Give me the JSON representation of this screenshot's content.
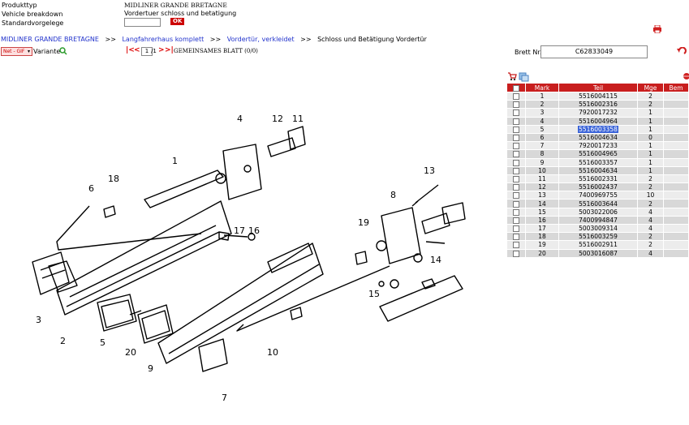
{
  "header": {
    "fields": [
      {
        "label": "Produkttyp",
        "value": "MIDLINER GRANDE BRETAGNE"
      },
      {
        "label": "Vehicle breakdown",
        "value": "Vordertuer schloss und betatigung"
      },
      {
        "label": "Standardvorgelege",
        "value": ""
      }
    ],
    "ok_label": "OK"
  },
  "breadcrumb": {
    "items": [
      "MIDLINER GRANDE BRETAGNE",
      "Langfahrerhaus komplett",
      "Vordertür, verkleidet",
      "Schloss und Betätigung Vordertür"
    ],
    "separator": ">>"
  },
  "toolbar": {
    "format_select": "Net - GIF",
    "variante_label": "Variante",
    "page_value": "1",
    "page_suffix": "/1",
    "sheet_label": "GEMEINSAMES BLATT (0/0)",
    "brett_label": "Brett Nr.",
    "brett_value": "C62833049"
  },
  "table": {
    "headers": [
      "",
      "Mark",
      "Teil",
      "Mge",
      "Bem"
    ],
    "selected_row": 5,
    "rows": [
      {
        "mark": "1",
        "teil": "5516004115",
        "mge": "2",
        "bem": ""
      },
      {
        "mark": "2",
        "teil": "5516002316",
        "mge": "2",
        "bem": ""
      },
      {
        "mark": "3",
        "teil": "7920017232",
        "mge": "1",
        "bem": ""
      },
      {
        "mark": "4",
        "teil": "5516004964",
        "mge": "1",
        "bem": ""
      },
      {
        "mark": "5",
        "teil": "5516003358",
        "mge": "1",
        "bem": ""
      },
      {
        "mark": "6",
        "teil": "5516004634",
        "mge": "0",
        "bem": ""
      },
      {
        "mark": "7",
        "teil": "7920017233",
        "mge": "1",
        "bem": ""
      },
      {
        "mark": "8",
        "teil": "5516004965",
        "mge": "1",
        "bem": ""
      },
      {
        "mark": "9",
        "teil": "5516003357",
        "mge": "1",
        "bem": ""
      },
      {
        "mark": "10",
        "teil": "5516004634",
        "mge": "1",
        "bem": ""
      },
      {
        "mark": "11",
        "teil": "5516002331",
        "mge": "2",
        "bem": ""
      },
      {
        "mark": "12",
        "teil": "5516002437",
        "mge": "2",
        "bem": ""
      },
      {
        "mark": "13",
        "teil": "7400969755",
        "mge": "10",
        "bem": ""
      },
      {
        "mark": "14",
        "teil": "5516003644",
        "mge": "2",
        "bem": ""
      },
      {
        "mark": "15",
        "teil": "5003022006",
        "mge": "4",
        "bem": ""
      },
      {
        "mark": "16",
        "teil": "7400994847",
        "mge": "4",
        "bem": ""
      },
      {
        "mark": "17",
        "teil": "5003009314",
        "mge": "4",
        "bem": ""
      },
      {
        "mark": "18",
        "teil": "5516003259",
        "mge": "2",
        "bem": ""
      },
      {
        "mark": "19",
        "teil": "5516002911",
        "mge": "2",
        "bem": ""
      },
      {
        "mark": "20",
        "teil": "5003016087",
        "mge": "4",
        "bem": ""
      }
    ]
  },
  "diagram": {
    "callouts": [
      "1",
      "2",
      "3",
      "4",
      "5",
      "6",
      "7",
      "8",
      "9",
      "10",
      "11",
      "12",
      "13",
      "14",
      "15",
      "16",
      "17",
      "18",
      "19",
      "20"
    ]
  },
  "colors": {
    "accent": "#c81e1e",
    "link": "#2233cc",
    "selection": "#3a63d8"
  },
  "icons": [
    "printer-icon",
    "back-arrow-icon",
    "search-magnifier-icon",
    "cart-icon",
    "copy-icon",
    "globe-icon",
    "first-page-icon",
    "prev-page-icon",
    "next-page-icon",
    "last-page-icon"
  ]
}
